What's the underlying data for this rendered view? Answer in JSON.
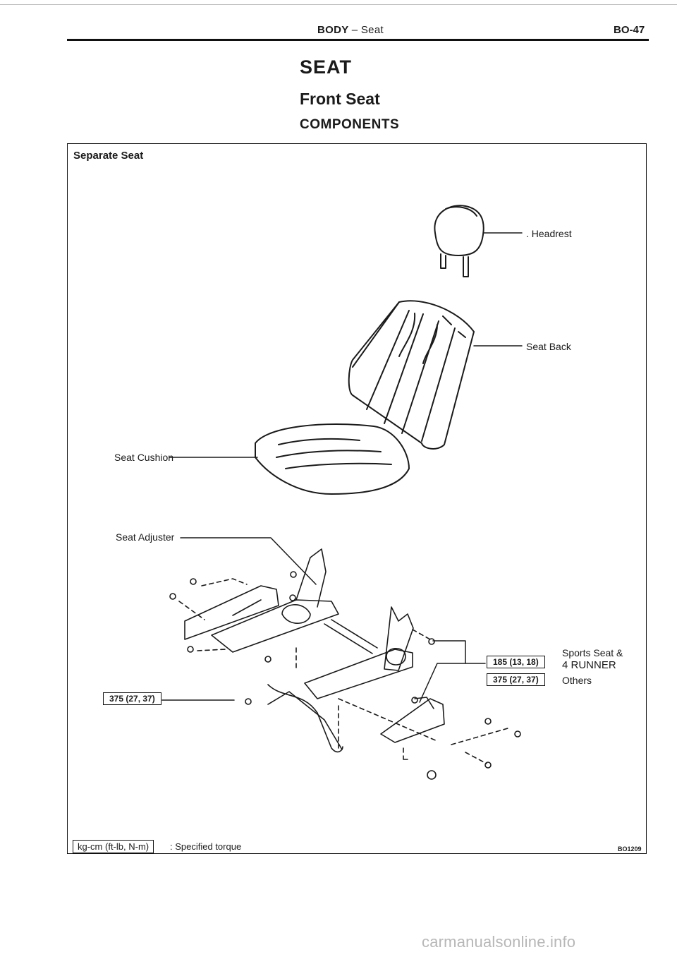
{
  "header": {
    "section": "BODY",
    "dash": "–",
    "subsection": "Seat",
    "page": "BO-47"
  },
  "headings": {
    "h1": "SEAT",
    "h2": "Front Seat",
    "h3": "COMPONENTS"
  },
  "figure": {
    "panel_title": "Separate Seat",
    "labels": {
      "headrest": ". Headrest",
      "seat_back": "Seat Back",
      "seat_cushion": "Seat Cushion",
      "seat_adjuster": "Seat Adjuster"
    },
    "torques": [
      {
        "value": "185 (13, 18)",
        "note_line1": "Sports Seat &",
        "note_line2": "4 RUNNER"
      },
      {
        "value": "375 (27, 37)",
        "note_line1": "Others"
      }
    ],
    "torque_left": "375 (27, 37)",
    "legend_unit": "kg-cm (ft-lb, N-m)",
    "legend_text": ": Specified torque",
    "code": "BO1209"
  },
  "watermark": "carmanualsonline.info"
}
